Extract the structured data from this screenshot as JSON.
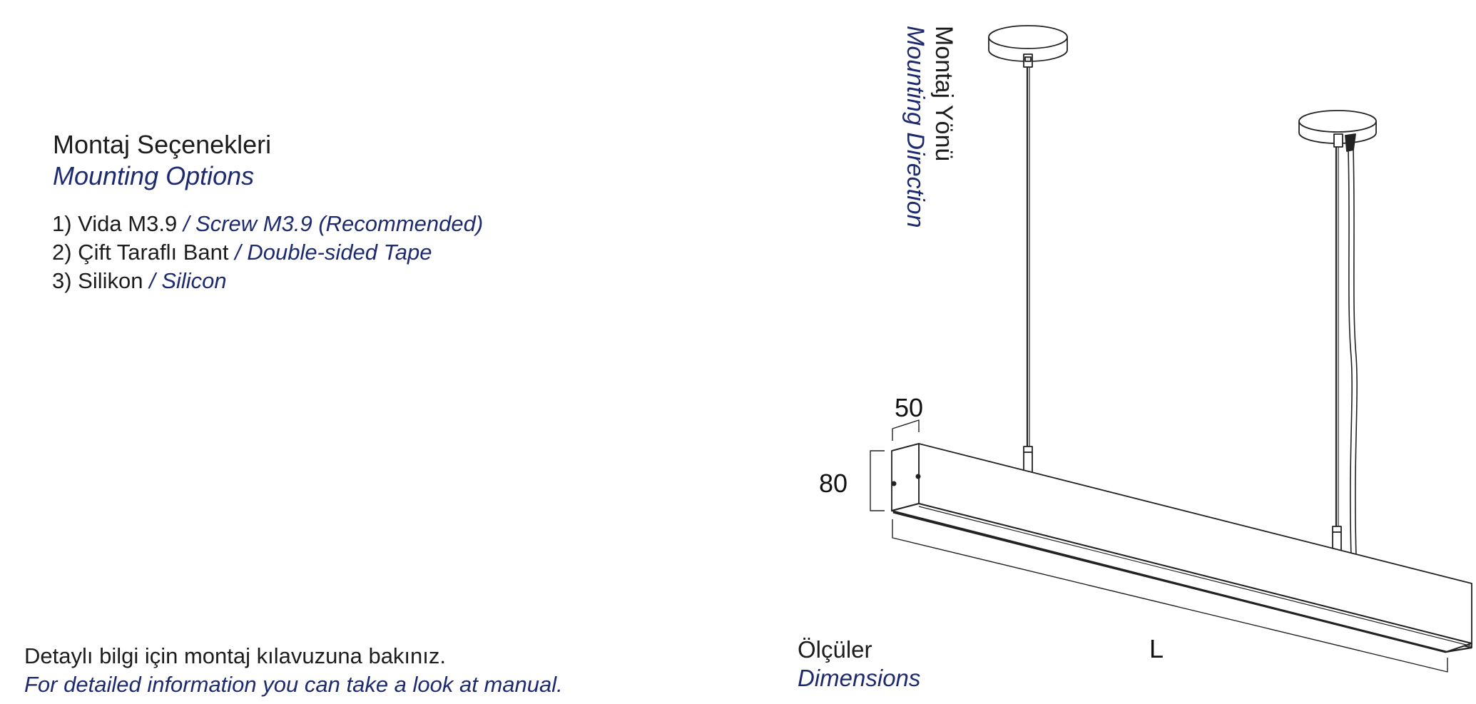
{
  "heading": {
    "tr": "Montaj Seçenekleri",
    "en": "Mounting Options"
  },
  "options": [
    {
      "tr": "1) Vida M3.9",
      "en": " / Screw M3.9 (Recommended)"
    },
    {
      "tr": "2) Çift Taraflı Bant",
      "en": " / Double-sided Tape"
    },
    {
      "tr": "3) Silikon",
      "en": " / Silicon"
    }
  ],
  "footer": {
    "tr": "Detaylı bilgi için montaj kılavuzuna bakınız.",
    "en": "For detailed information you can take a look at manual."
  },
  "mounting_direction": {
    "tr": "Montaj Yönü",
    "en": "Mounting Direction"
  },
  "dimensions_label": {
    "tr": "Ölçüler",
    "en": "Dimensions"
  },
  "dimension_values": {
    "width": "50",
    "height": "80",
    "length": "L"
  },
  "colors": {
    "text": "#1c1c1c",
    "accent": "#1e2a6e",
    "line": "#222222"
  }
}
